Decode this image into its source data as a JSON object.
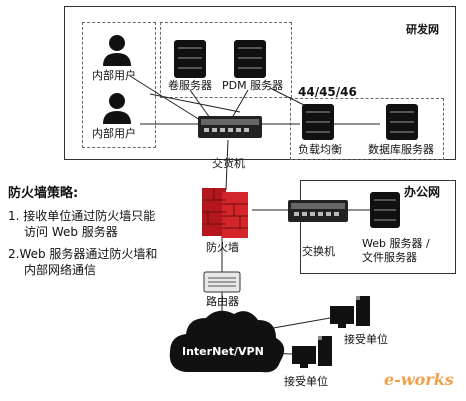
{
  "zones": {
    "rd_title": "研发网",
    "office_title": "办公网"
  },
  "nodes": {
    "internal_user_1": "内部用户",
    "internal_user_2": "内部用户",
    "volume_server": "卷服务器",
    "pdm_server": "PDM 服务器",
    "lb_ports": "44/45/46",
    "load_balancer": "负载均衡",
    "db_server": "数据库服务器",
    "switch_rd": "交货机",
    "firewall": "防火墙",
    "switch_office": "交换机",
    "web_server_line1": "Web 服务器 /",
    "web_server_line2": "文件服务器",
    "router": "路由器",
    "internet": "InterNet/VPN",
    "receiver_1": "接受单位",
    "receiver_2": "接受单位"
  },
  "strategy": {
    "title": "防火墙策略:",
    "item1_line1": "1. 接收单位通过防火墙只能",
    "item1_line2": "访问 Web 服务器",
    "item2_line1": "2.Web 服务器通过防火墙和",
    "item2_line2": "内部网络通信"
  },
  "watermark": {
    "text": "e-works"
  }
}
